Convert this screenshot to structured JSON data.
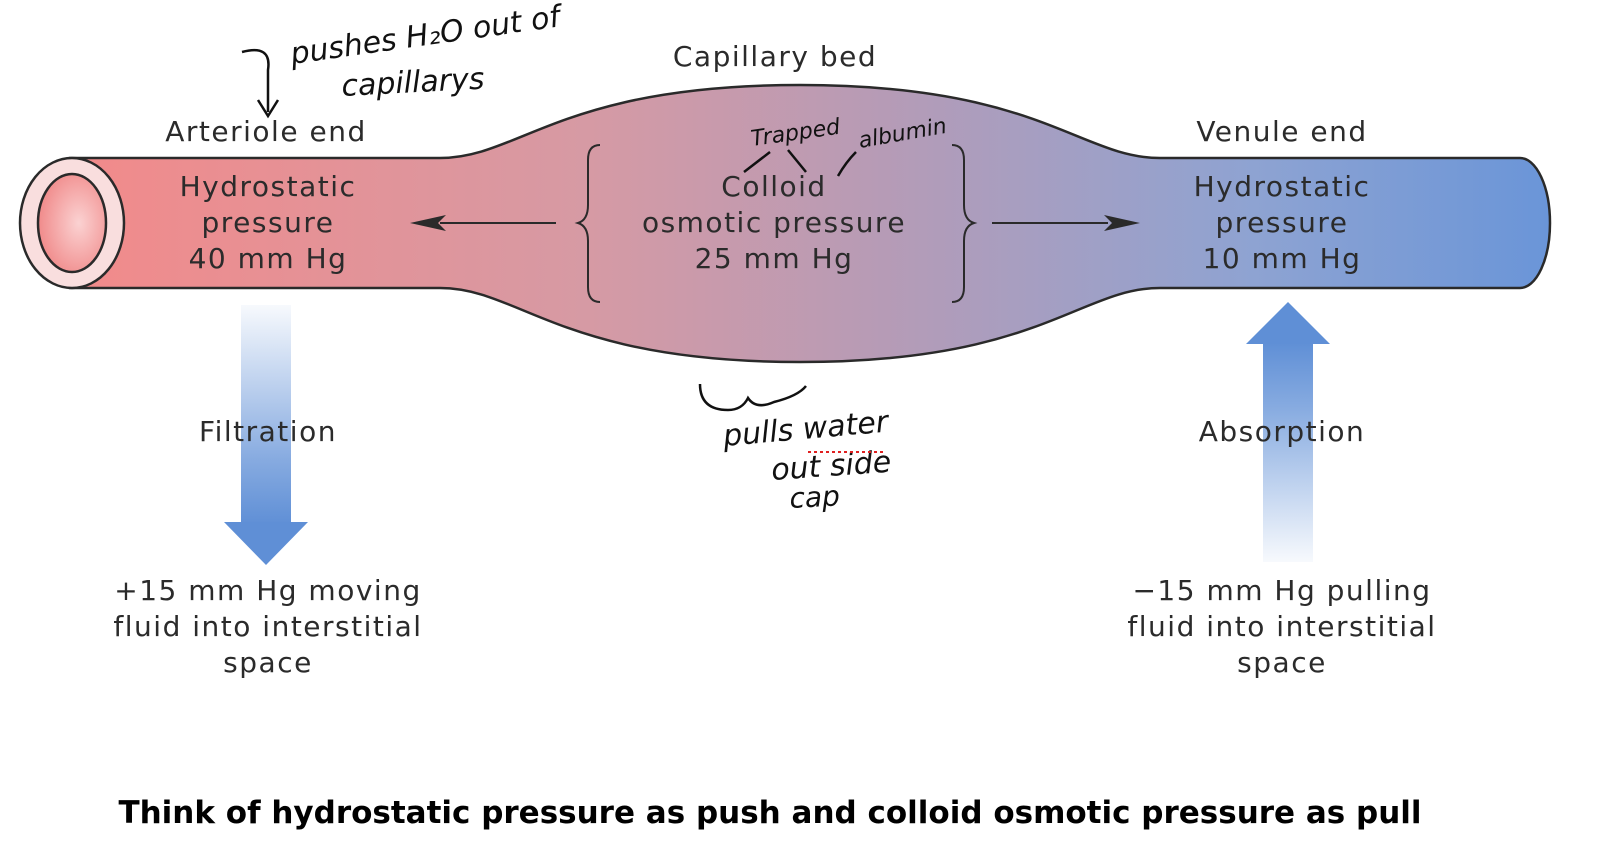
{
  "diagram": {
    "title": "Capillary bed",
    "arteriole_end": "Arteriole end",
    "venule_end": "Venule end",
    "left_pressure": [
      "Hydrostatic",
      "pressure",
      "40 mm Hg"
    ],
    "center_pressure": [
      "Colloid",
      "osmotic pressure",
      "25 mm Hg"
    ],
    "right_pressure": [
      "Hydrostatic",
      "pressure",
      "10 mm Hg"
    ],
    "filtration": "Filtration",
    "absorption": "Absorption",
    "left_result": [
      "+15 mm Hg moving",
      "fluid into interstitial",
      "space"
    ],
    "right_result": [
      "−15 mm Hg pulling",
      "fluid into interstitial",
      "space"
    ]
  },
  "annotations": {
    "pushes": [
      "pushes H₂O out of",
      "capillarys"
    ],
    "trapped": "Trapped",
    "albumin": "albumin",
    "pulls": [
      "pulls water",
      "out side",
      "cap"
    ]
  },
  "caption": "Think of hydrostatic pressure as push and colloid osmotic pressure as pull",
  "colors": {
    "arteriole": "#f28c8c",
    "capillary_mid": "#b49ab0",
    "venule": "#6b96d8",
    "arrow_blue": "#5f8fd6",
    "outline": "#2a2a2a"
  }
}
